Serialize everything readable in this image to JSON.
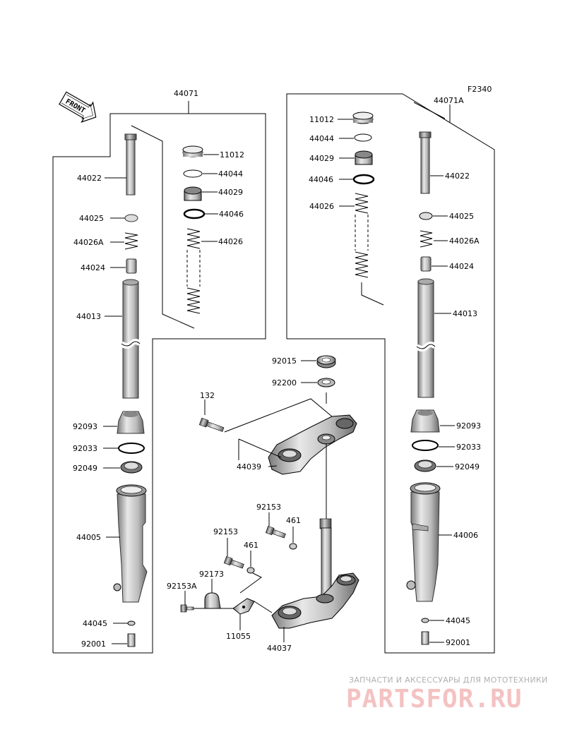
{
  "diagram_code": "F2340",
  "front_label": "FRONT",
  "groups": {
    "left_assembly": "44071",
    "right_assembly": "44071A"
  },
  "left_labels": {
    "cap": "11012",
    "ring": "44044",
    "seat": "44029",
    "oring": "44046",
    "spring": "44026",
    "pipe": "44022",
    "stopper": "44025",
    "small_spring": "44026A",
    "piece": "44024",
    "tube": "44013",
    "dust_seal": "92093",
    "snap_ring": "92033",
    "oil_seal": "92049",
    "outer_tube": "44005",
    "washer": "44045",
    "drain_bolt": "92001"
  },
  "right_labels": {
    "cap": "11012",
    "ring": "44044",
    "seat": "44029",
    "oring": "44046",
    "spring": "44026",
    "pipe": "44022",
    "stopper": "44025",
    "small_spring": "44026A",
    "piece": "44024",
    "tube": "44013",
    "dust_seal": "92093",
    "snap_ring": "92033",
    "oil_seal": "92049",
    "outer_tube": "44006",
    "washer": "44045",
    "drain_bolt": "92001"
  },
  "center_labels": {
    "nut": "92015",
    "washer": "92200",
    "clamp_bolt": "132",
    "upper_bracket": "44039",
    "bolt_a": "92153",
    "washer_a": "461",
    "bolt_b": "92153",
    "washer_b": "461",
    "clamp": "92173",
    "bolt_c": "92153A",
    "bracket_plate": "11055",
    "lower_stem": "44037"
  },
  "watermark": {
    "caption": "ЗАПЧАСТИ И АКСЕССУАРЫ ДЛЯ МОТОТЕХНИКИ",
    "logo": "PARTSFOR.RU"
  }
}
